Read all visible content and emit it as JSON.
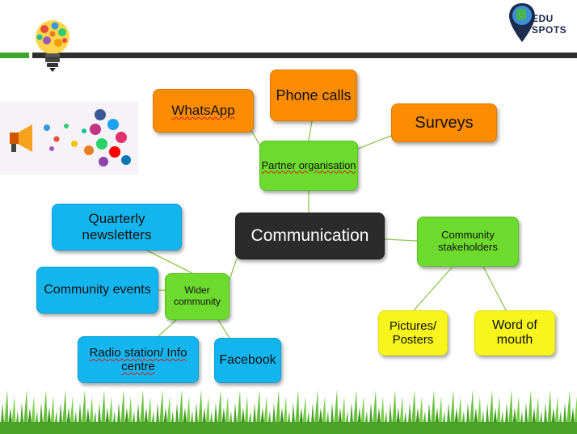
{
  "logo": {
    "line1": "EDU",
    "line2": "SPOTS"
  },
  "diagram": {
    "center": "Communication",
    "partner": "Partner organisation",
    "whatsapp": "WhatsApp",
    "phone_calls": "Phone calls",
    "surveys": "Surveys",
    "community_stakeholders": "Community stakeholders",
    "pictures_posters": "Pictures/ Posters",
    "word_of_mouth": "Word of mouth",
    "wider_community": "Wider community",
    "quarterly_newsletters": "Quarterly newsletters",
    "community_events": "Community events",
    "radio_station": "Radio station/ Info centre",
    "facebook": "Facebook"
  },
  "colors": {
    "orange": "#fb8c00",
    "green": "#6ddb2d",
    "blue": "#13b5ef",
    "yellow": "#f7f51c",
    "dark": "#2b2b2b",
    "header_green": "#3aa82b",
    "header_dark": "#2e2e2e"
  }
}
